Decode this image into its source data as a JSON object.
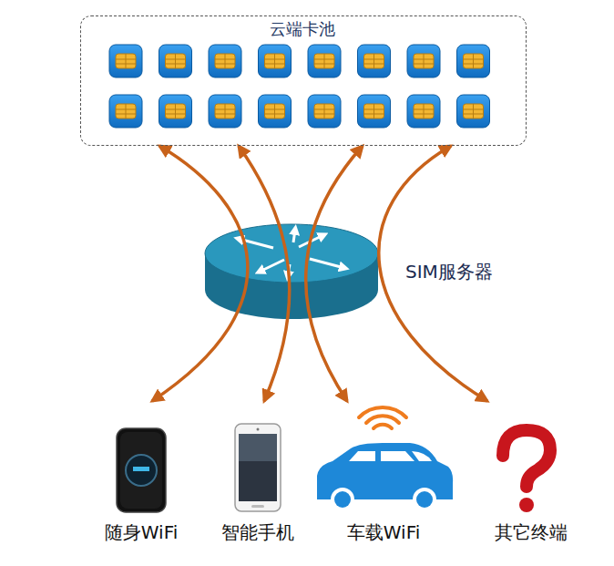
{
  "diagram": {
    "nodes": [
      {
        "text": [
          "云端卡池"
        ]
      },
      {
        "text": [
          "SIM服务器"
        ]
      },
      {
        "text": [
          "随身WiFi"
        ]
      },
      {
        "text": [
          "智能手机"
        ]
      },
      {
        "text": [
          "车载WiFi"
        ]
      },
      {
        "text": [
          "其它终端"
        ]
      }
    ],
    "edges": [
      {
        "from": 0,
        "to": 2,
        "arrow": "both"
      },
      {
        "from": 0,
        "to": 3,
        "arrow": "both"
      },
      {
        "from": 0,
        "to": 4,
        "arrow": "both"
      },
      {
        "from": 0,
        "to": 5,
        "arrow": "both"
      }
    ]
  }
}
